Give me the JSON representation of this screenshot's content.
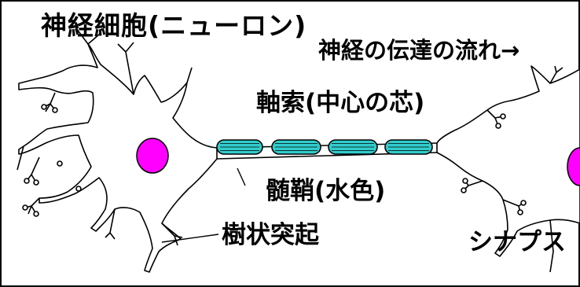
{
  "labels": {
    "title": "神経細胞(ニューロン)",
    "flow": "神経の伝達の流れ→",
    "axon": "軸索(中心の芯)",
    "myelin": "髄鞘(水色)",
    "dendrite": "樹状突起",
    "synapse": "シナプス"
  },
  "colors": {
    "nucleus": "#ff00ff",
    "myelin": "#33cccc",
    "outline": "#000000",
    "frame": "#000000"
  }
}
